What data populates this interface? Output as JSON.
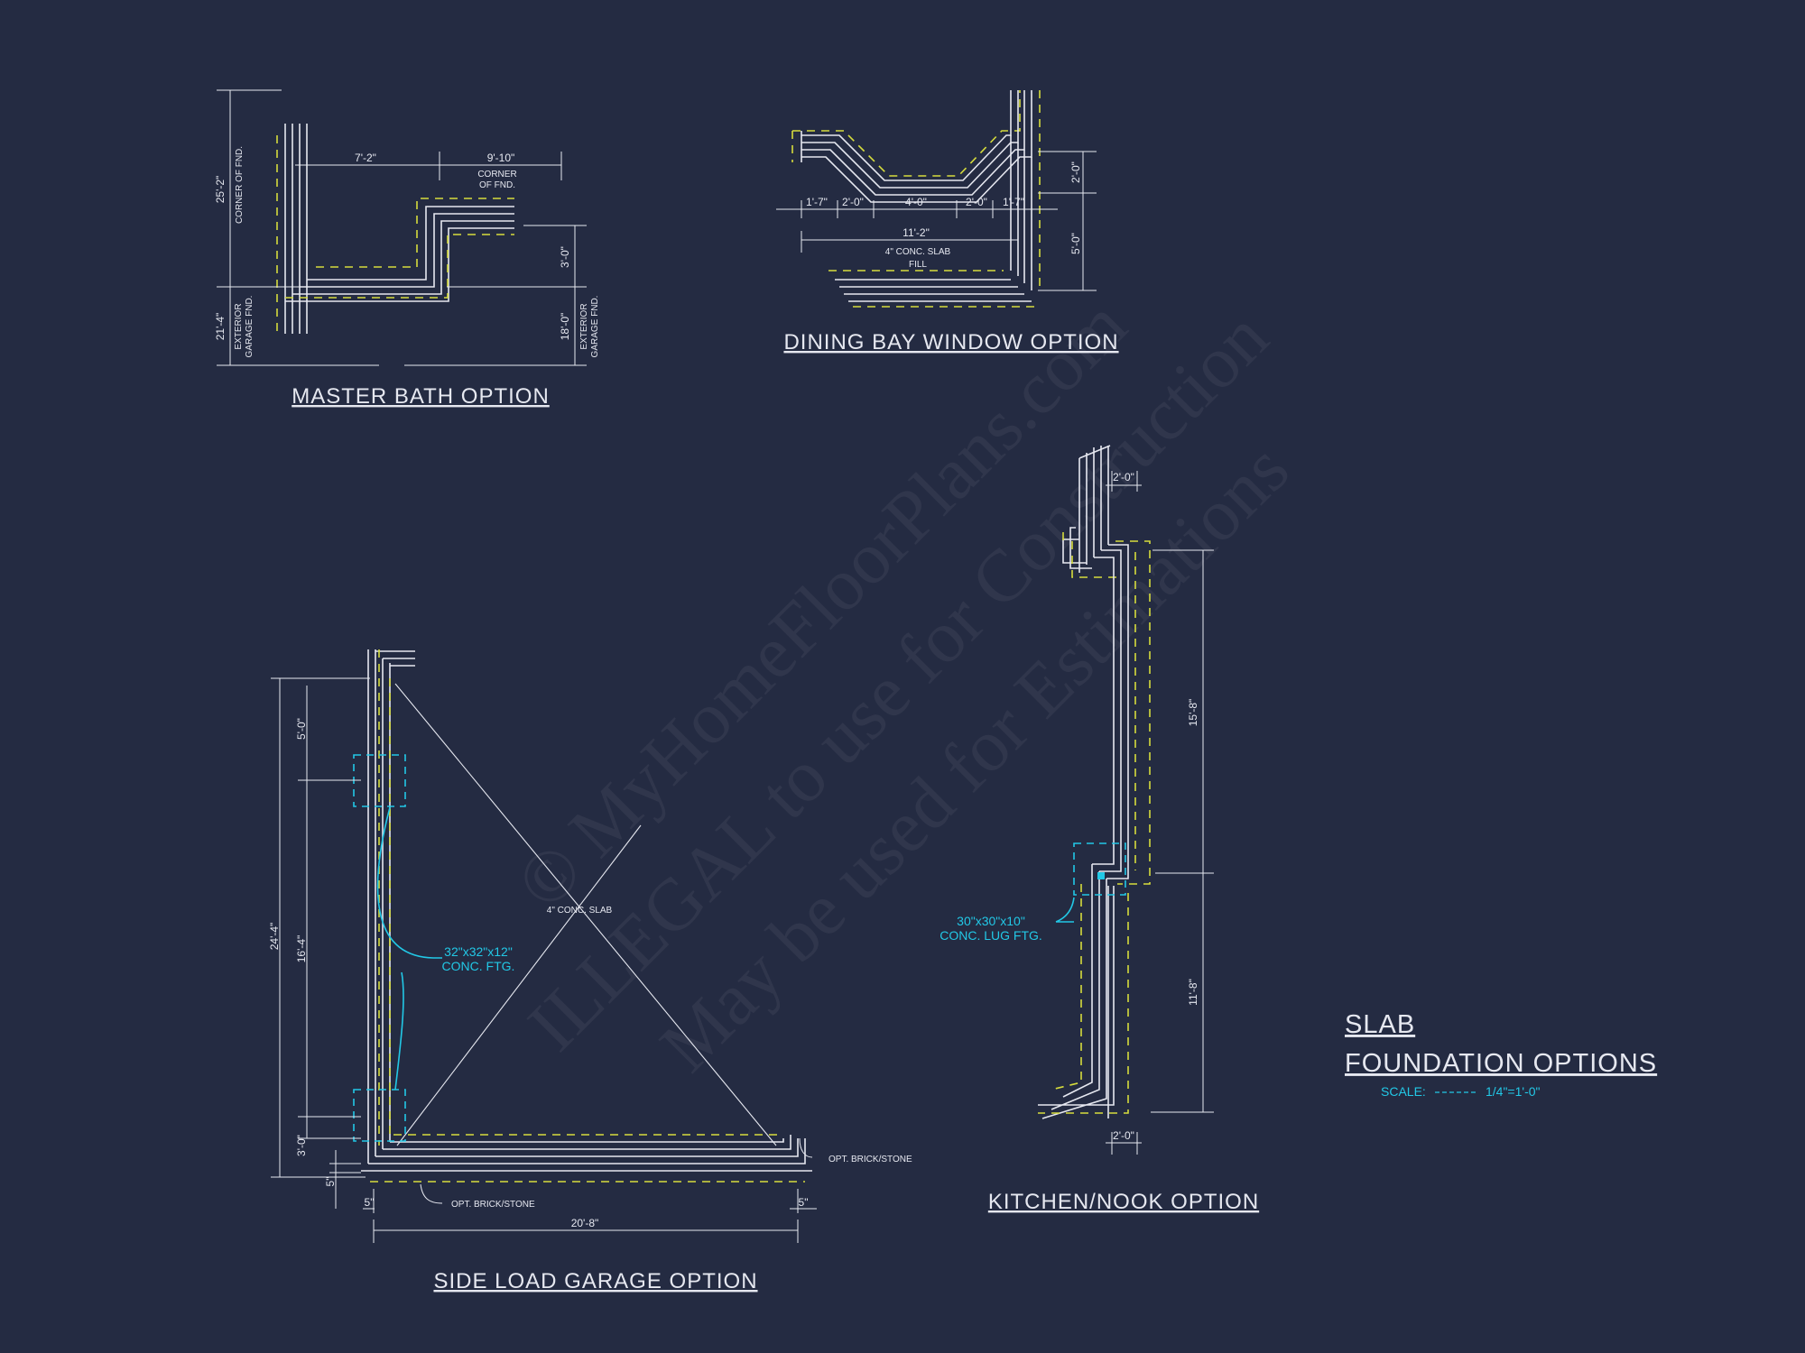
{
  "watermark": {
    "line1": "© MyHomeFloorPlans.com",
    "line2": "ILLEGAL to use for Construction",
    "line3": "May be used for Estimations"
  },
  "master_bath": {
    "title": "MASTER BATH OPTION",
    "dim_7_2": "7'-2\"",
    "dim_9_10": "9'-10\"",
    "corner_note_1": "CORNER",
    "corner_note_2": "OF FND.",
    "dim_25_2": "25'-2\"",
    "corner_vert": "CORNER OF FND.",
    "dim_3_0": "3'-0\"",
    "dim_21_4": "21'-4\"",
    "ext_garage_1": "EXTERIOR",
    "ext_garage_2": "GARAGE FND.",
    "dim_18_0": "18'-0\""
  },
  "dining_bay": {
    "title": "DINING BAY WINDOW OPTION",
    "dim_1_7a": "1'-7\"",
    "dim_2_0a": "2'-0\"",
    "dim_4_0": "4'-0\"",
    "dim_2_0b": "2'-0\"",
    "dim_1_7b": "1'-7\"",
    "dim_11_2": "11'-2\"",
    "slab_1": "4\" CONC. SLAB",
    "slab_2": "FILL",
    "dim_2_0v": "2'-0\"",
    "dim_5_0v": "5'-0\""
  },
  "garage": {
    "title": "SIDE LOAD GARAGE OPTION",
    "slab": "4\" CONC. SLAB",
    "ftg_1": "32\"x32\"x12\"",
    "ftg_2": "CONC. FTG.",
    "dim_5_0": "5'-0\"",
    "dim_24_4": "24'-4\"",
    "dim_16_4": "16'-4\"",
    "dim_3_0": "3'-0\"",
    "dim_5a": "5\"",
    "dim_5b": "5\"",
    "dim_5c": "5\"",
    "dim_20_8": "20'-8\"",
    "opt_brick_1": "OPT. BRICK/STONE",
    "opt_brick_2": "OPT. BRICK/STONE"
  },
  "kitchen": {
    "title": "KITCHEN/NOOK OPTION",
    "dim_2_0top": "2'-0\"",
    "dim_15_8": "15'-8\"",
    "dim_11_8": "11'-8\"",
    "dim_2_0bot": "2'-0\"",
    "lug_1": "30\"x30\"x10\"",
    "lug_2": "CONC. LUG FTG."
  },
  "sheet_title": {
    "line1": "SLAB",
    "line2": "FOUNDATION OPTIONS",
    "scale_label": "SCALE:",
    "scale_value": "1/4\"=1'-0\""
  },
  "colors": {
    "background": "#242b42",
    "linework": "#e6e8f0",
    "hidden_lines": "#d6dc3c",
    "callouts": "#22c8e6"
  }
}
